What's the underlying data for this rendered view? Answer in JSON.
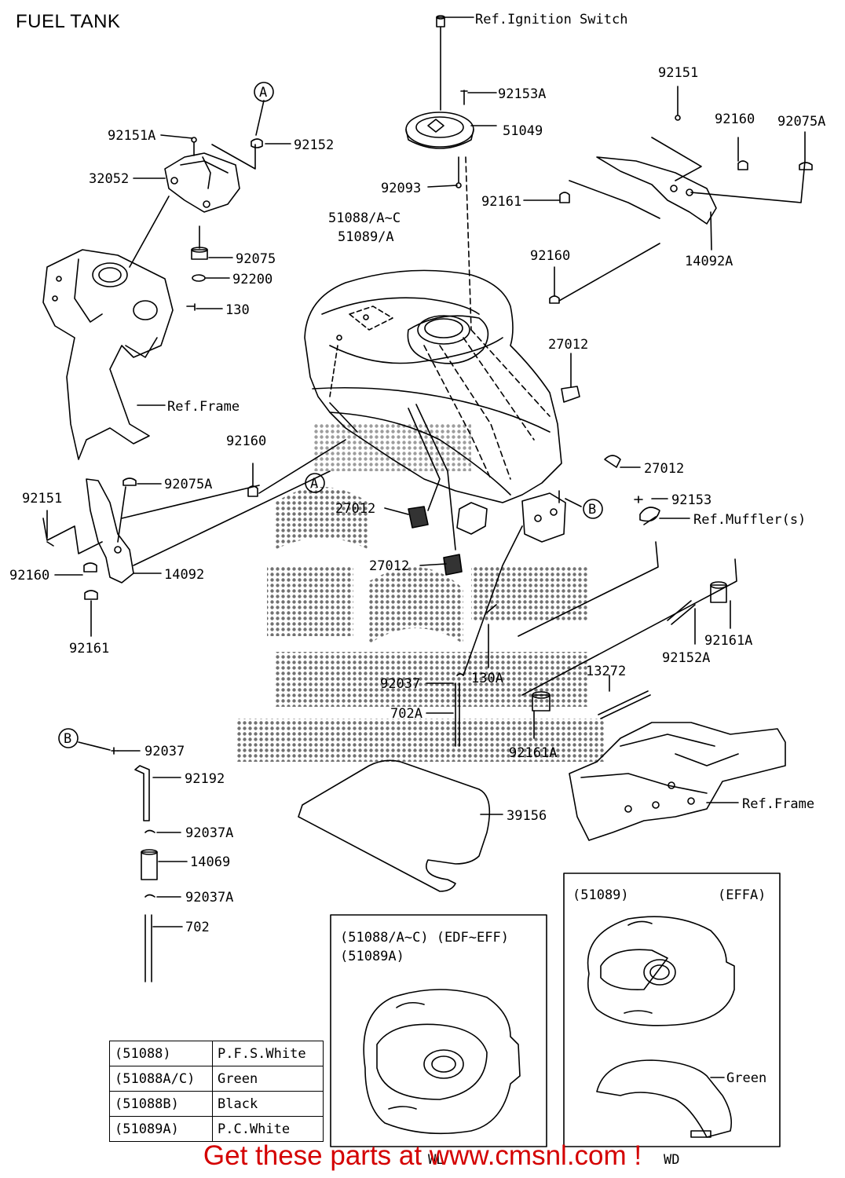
{
  "title": "FUEL TANK",
  "labels": {
    "ref_ignition_switch": "Ref.Ignition Switch",
    "p92153A": "92153A",
    "p51049": "51049",
    "p92093": "92093",
    "p51088": "51088/A~C",
    "p51089": "51089/A",
    "p92151_top": "92151",
    "p92160_top": "92160",
    "p92075A_top": "92075A",
    "p92161_top": "92161",
    "p14092A": "14092A",
    "p92160_mid": "92160",
    "p27012_a": "27012",
    "p27012_b": "27012",
    "p27012_c": "27012",
    "p27012_d": "27012",
    "p92151A": "92151A",
    "p92152": "92152",
    "p32052": "32052",
    "p92075": "92075",
    "p92200": "92200",
    "p130": "130",
    "ref_frame_left": "Ref.Frame",
    "p92160_left": "92160",
    "p92075A_left": "92075A",
    "p92151_left": "92151",
    "p92160_low": "92160",
    "p14092": "14092",
    "p92161_left": "92161",
    "p92153": "92153",
    "ref_mufflers": "Ref.Muffler(s)",
    "p92161A_right": "92161A",
    "p92152A": "92152A",
    "p13272": "13272",
    "p130A": "130A",
    "p92037_mid": "92037",
    "p702A": "702A",
    "p92161A_low": "92161A",
    "ref_frame_right": "Ref.Frame",
    "p39156": "39156",
    "p92037": "92037",
    "p92192": "92192",
    "p92037A_a": "92037A",
    "p14069": "14069",
    "p92037A_b": "92037A",
    "p702": "702",
    "marker_a": "A",
    "marker_b": "B"
  },
  "insets": {
    "left": {
      "line1": "(51088/A~C)   (EDF~EFF)",
      "line2": "(51089A)",
      "sub": "WL"
    },
    "right": {
      "code": "(51089)",
      "market": "(EFFA)",
      "green": "Green",
      "sub": "WD"
    }
  },
  "color_table": [
    {
      "code": "(51088)",
      "color": "P.F.S.White"
    },
    {
      "code": "(51088A/C)",
      "color": "Green"
    },
    {
      "code": "(51088B)",
      "color": "Black"
    },
    {
      "code": "(51089A)",
      "color": "P.C.White"
    }
  ],
  "watermark": "CMS",
  "footer": "Get these parts at www.cmsnl.com !"
}
